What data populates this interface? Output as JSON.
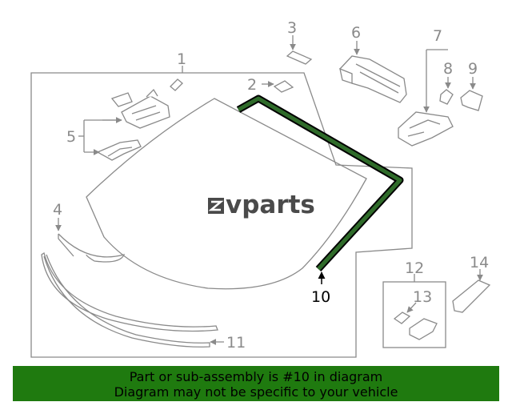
{
  "diagram": {
    "callouts": {
      "c1": "1",
      "c2": "2",
      "c3": "3",
      "c4": "4",
      "c5": "5",
      "c6": "6",
      "c7": "7",
      "c8": "8",
      "c9": "9",
      "c10": "10",
      "c11": "11",
      "c12": "12",
      "c13": "13",
      "c14": "14"
    },
    "highlighted_part": "10",
    "highlight_color": "#2f6b2a",
    "logo": {
      "text": "vparts",
      "mark": "Z"
    }
  },
  "banner": {
    "line1": "Part or sub-assembly is #10 in diagram",
    "line2": "Diagram may not be specific to your vehicle",
    "background": "#1f7a0f"
  }
}
